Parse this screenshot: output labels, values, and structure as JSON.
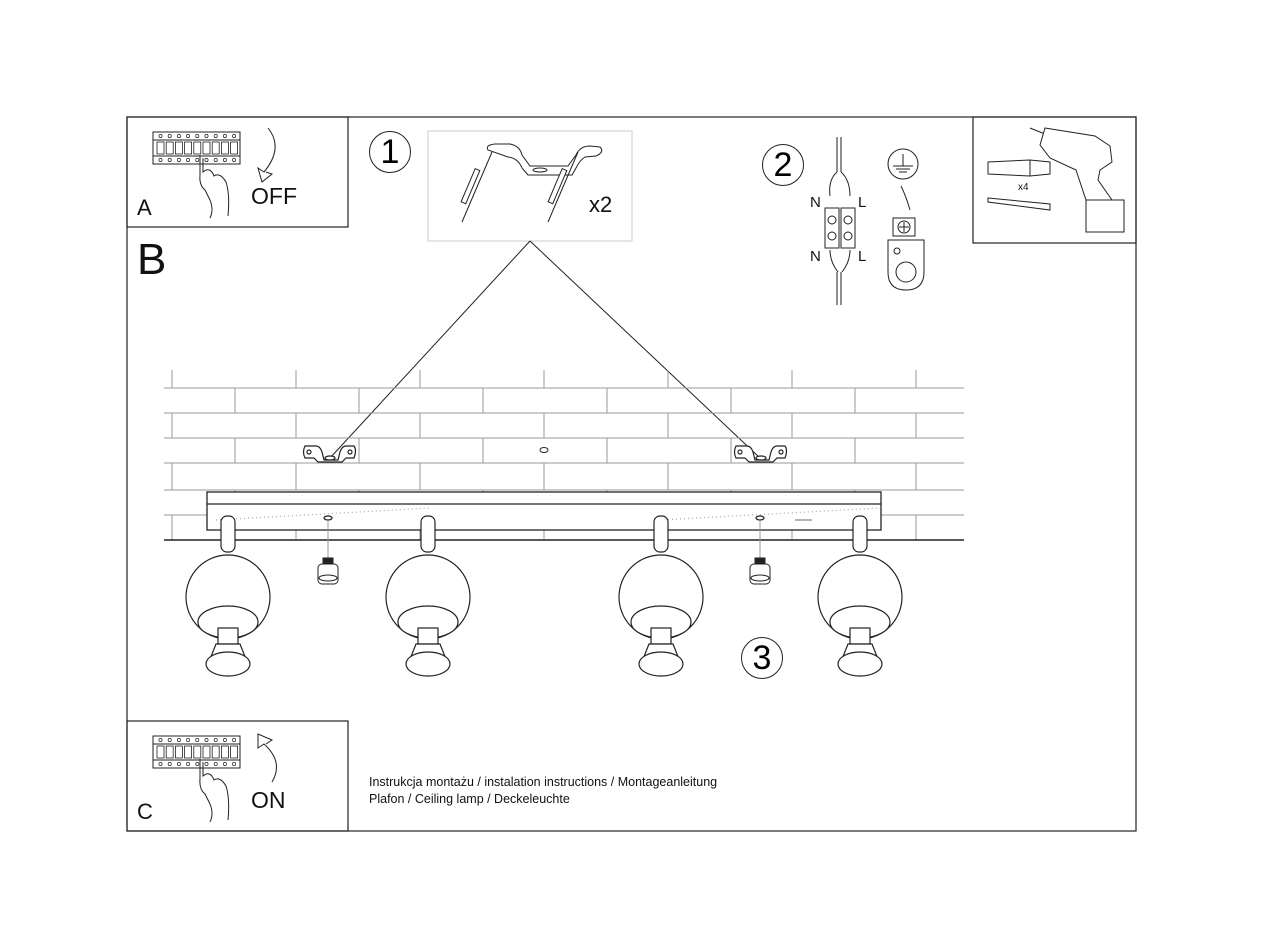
{
  "document": {
    "type": "assembly-instructions",
    "footer": {
      "line1": "Instrukcja montażu / instalation instructions / Montageanleitung",
      "line2": "Plafon / Ceiling lamp / Deckeleuchte"
    }
  },
  "panels": {
    "a": {
      "letter": "A",
      "action": "OFF",
      "icon": "circuit-breaker-off-icon"
    },
    "b": {
      "letter": "B"
    },
    "c": {
      "letter": "C",
      "action": "ON",
      "icon": "circuit-breaker-on-icon"
    }
  },
  "steps": [
    {
      "number": "1",
      "quantity": "x2",
      "description": "mounting bracket with wall plugs and screws"
    },
    {
      "number": "2",
      "wire_labels": {
        "neutral": "N",
        "live": "L"
      },
      "description": "terminal block wiring and earth connection"
    },
    {
      "number": "3",
      "description": "attach lamp body to ceiling"
    }
  ],
  "tools": {
    "fixings_quantity": "x4",
    "items": [
      "wall-plug",
      "screw",
      "drill"
    ]
  },
  "lamp": {
    "spotlights": 4,
    "cap_screws": 2,
    "brackets": 2
  }
}
